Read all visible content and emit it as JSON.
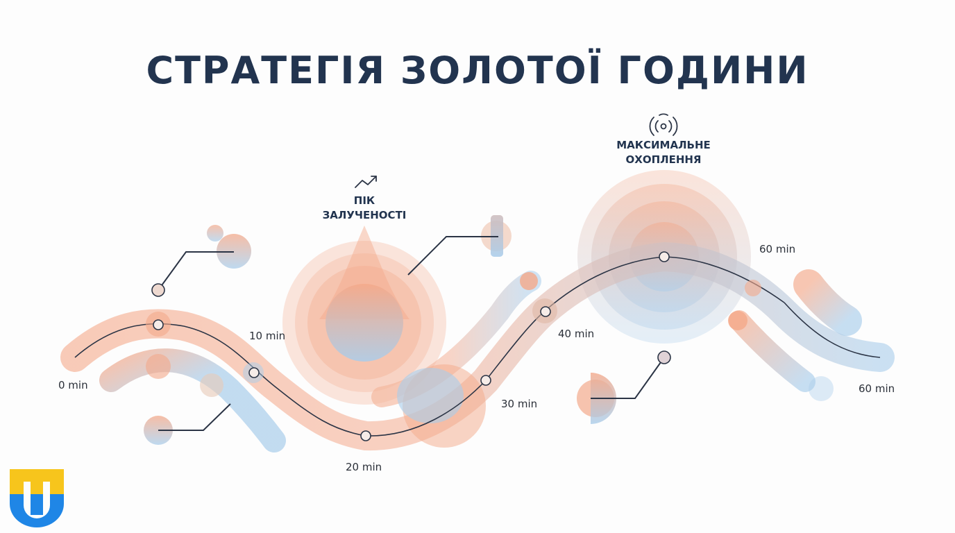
{
  "title": "СТРАТЕГІЯ ЗОЛОТОЇ ГОДИНИ",
  "callouts": [
    {
      "icon": "trend-up-icon",
      "line1": "ПІК",
      "line2": "ЗАЛУЧЕНОСТІ"
    },
    {
      "icon": "broadcast-icon",
      "line1": "МАКСИМАЛЬНЕ",
      "line2": "ОХОПЛЕННЯ"
    }
  ],
  "time_labels": [
    "0 min",
    "10 min",
    "20 min",
    "30 min",
    "40 min",
    "60 min",
    "60 min"
  ],
  "colors": {
    "title": "#22344f",
    "line": "#2b3445",
    "warm": "#f4a98a",
    "cool": "#a9cdeb",
    "logo_yellow": "#f7c51c",
    "logo_blue": "#1f86e6"
  },
  "logo": {
    "name": "TU logo"
  }
}
